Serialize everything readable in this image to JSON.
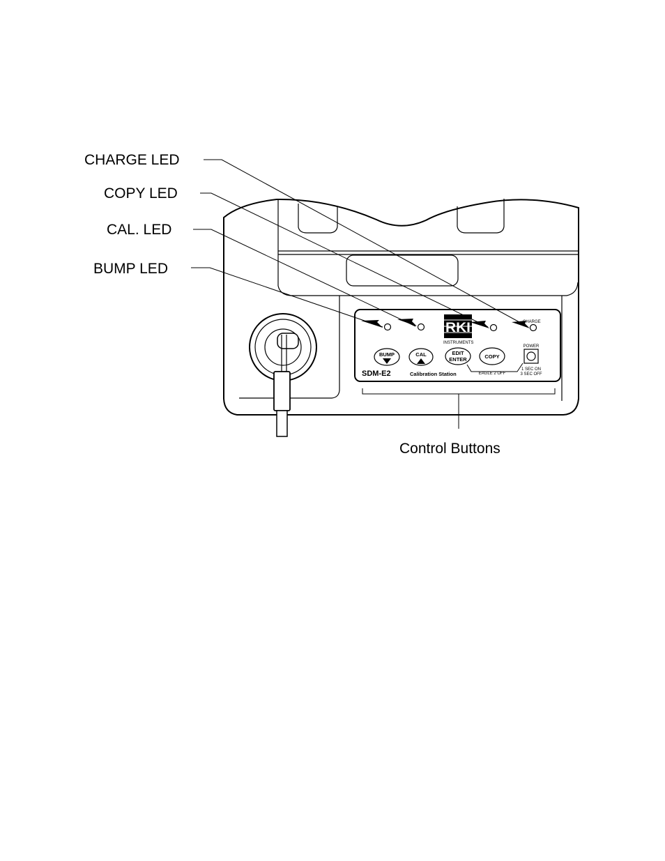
{
  "callouts": {
    "charge_led": "CHARGE LED",
    "copy_led": "COPY LED",
    "cal_led": "CAL. LED",
    "bump_led": "BUMP LED",
    "control_buttons": "Control Buttons"
  },
  "panel": {
    "charge_label": "CHARGE",
    "logo": "RKI",
    "logo_sub": "INSTRUMENTS",
    "buttons": {
      "bump": "BUMP",
      "cal": "CAL",
      "edit": "EDIT",
      "enter": "ENTER",
      "copy": "COPY"
    },
    "power_label": "POWER",
    "power_on": "1 SEC ON",
    "power_off": "3 SEC OFF",
    "eagle_off": "EAGLE 2 OFF",
    "model": "SDM-E2",
    "model_subtitle": "Calibration Station"
  }
}
